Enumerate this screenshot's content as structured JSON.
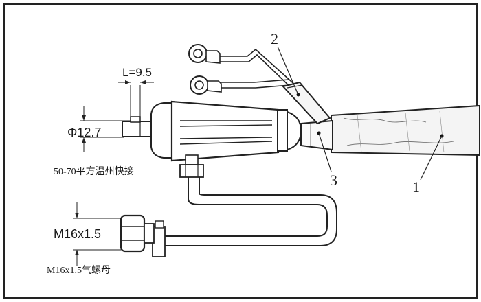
{
  "labels": {
    "length": "L=9.5",
    "diameter": "Φ12.7",
    "connector": "50-70平方温州快接",
    "thread_dim": "M16x1.5",
    "nut": "M16x1.5气螺母",
    "part1": "1",
    "part2": "2",
    "part3": "3"
  }
}
